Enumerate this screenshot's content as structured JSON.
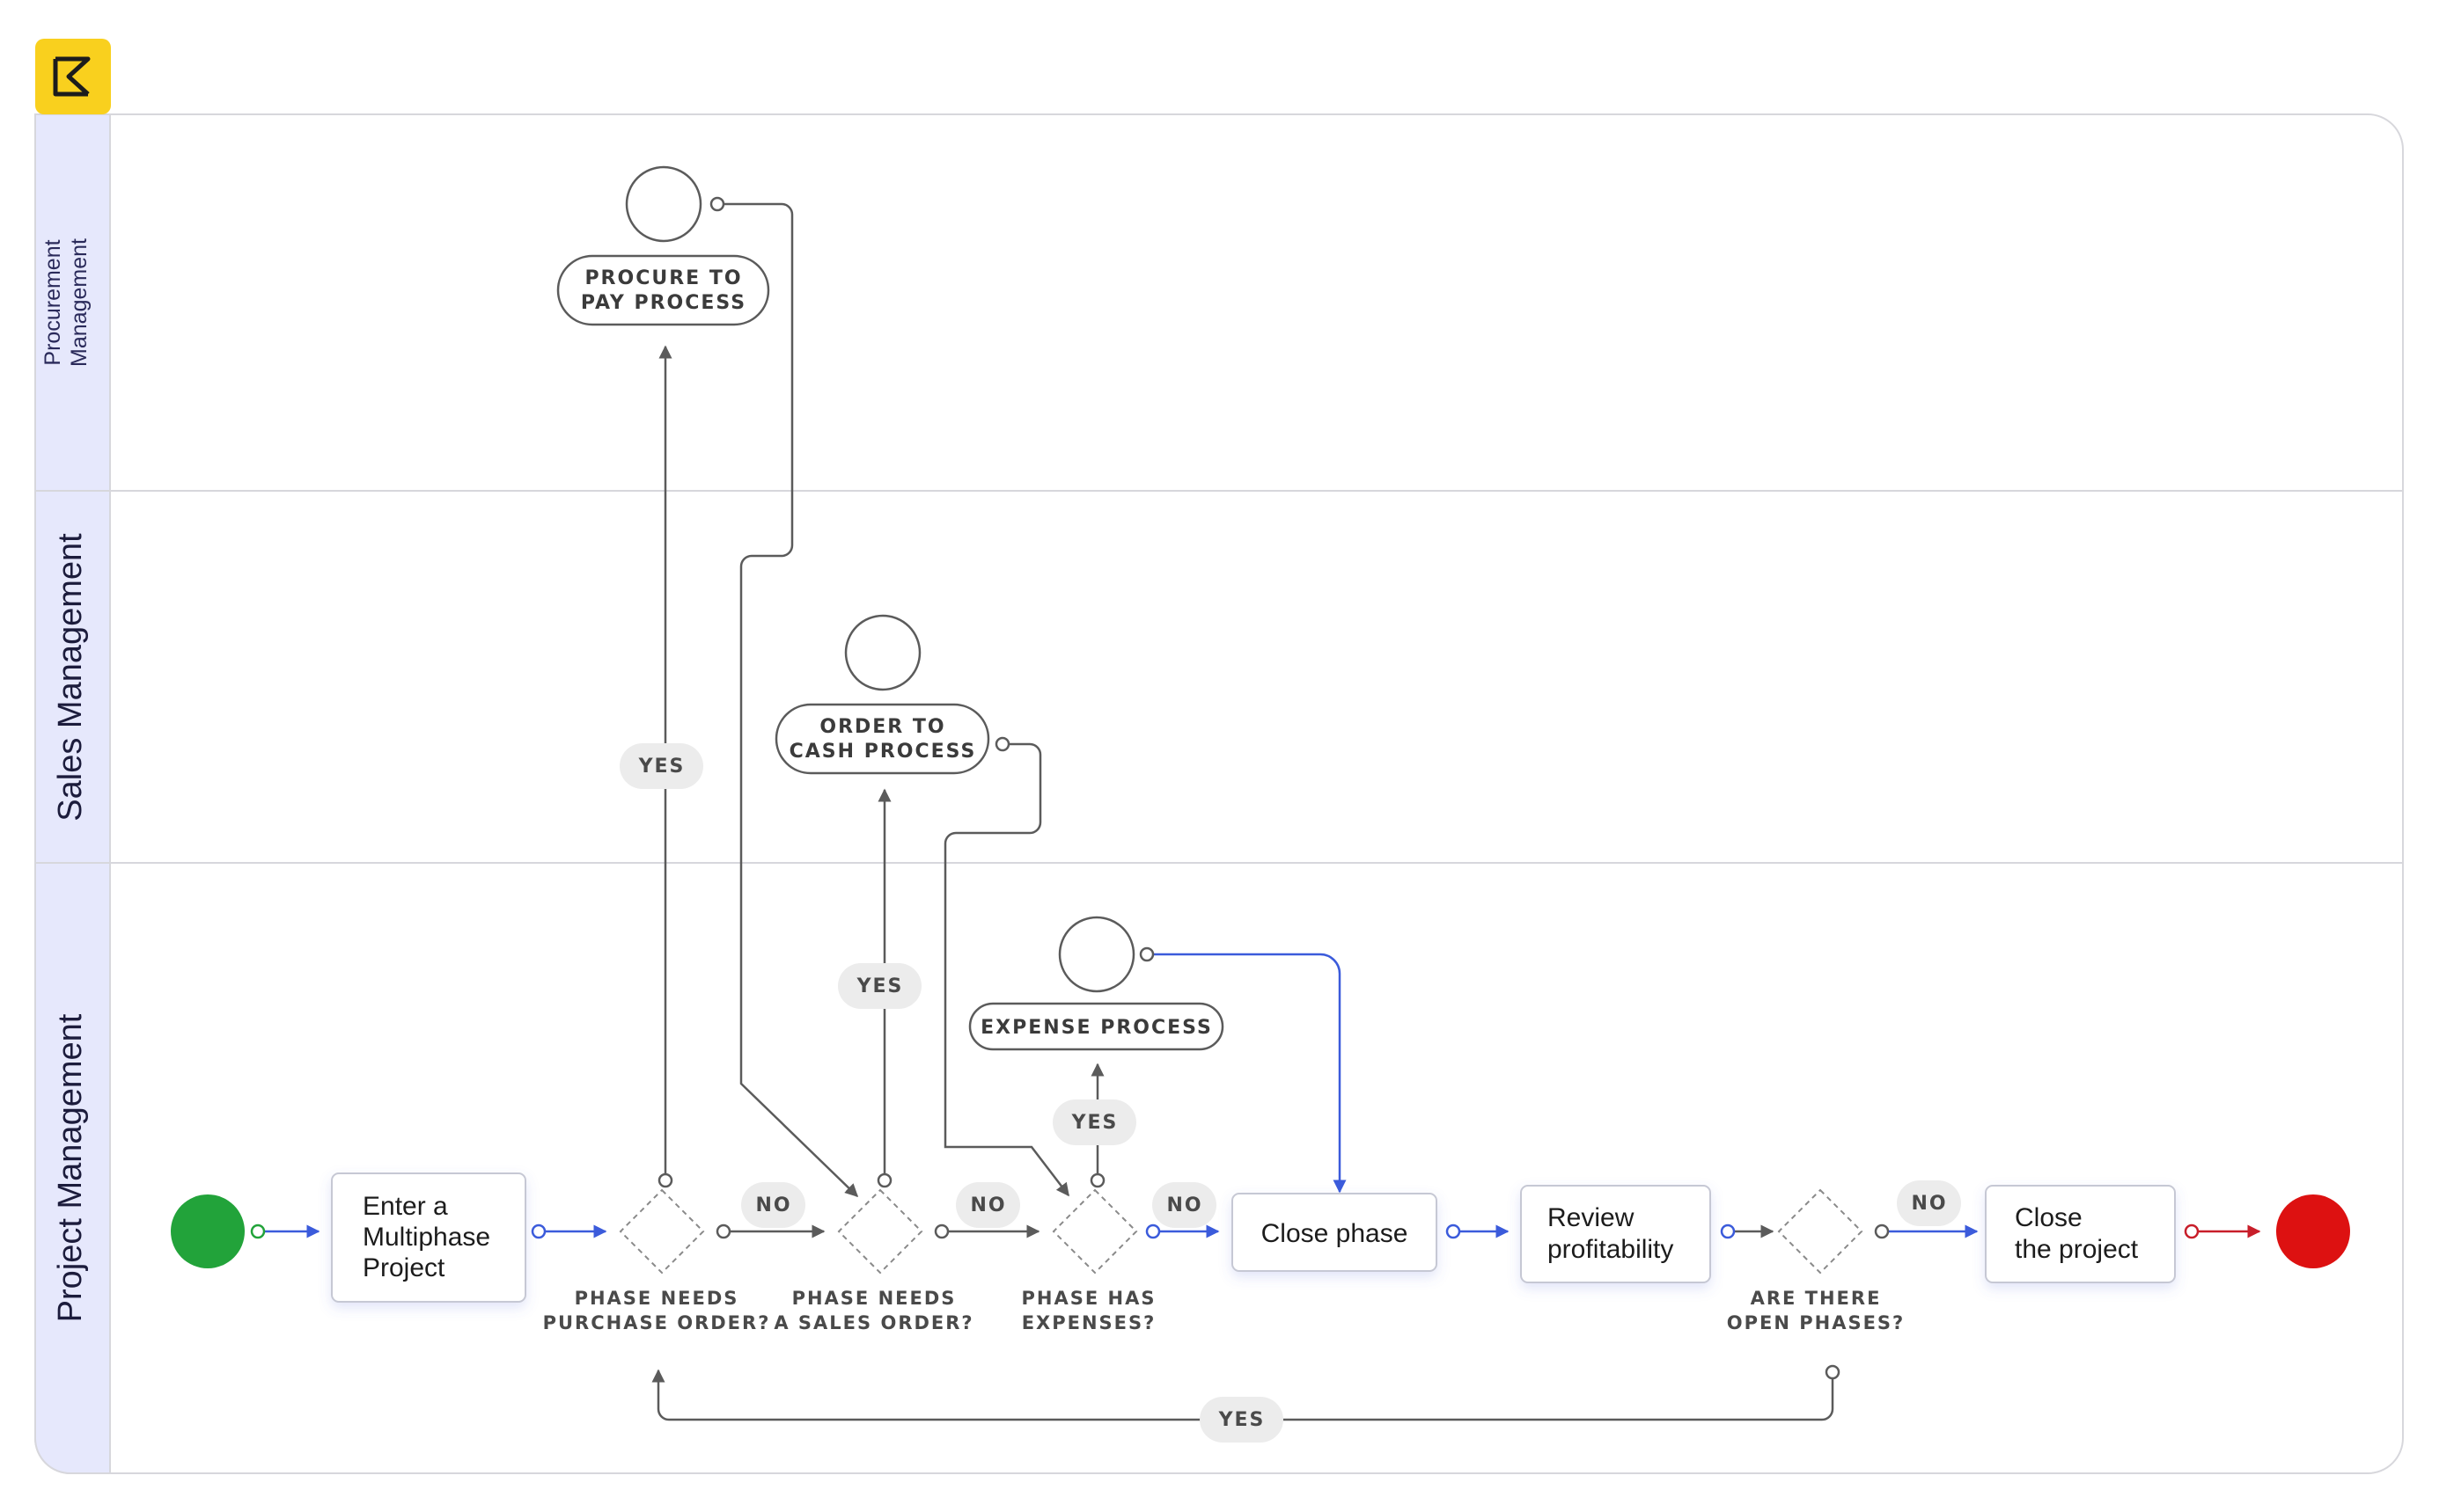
{
  "lanes": [
    {
      "label_lines": [
        "Procurement",
        "Management"
      ]
    },
    {
      "label_lines": [
        "Sales Management"
      ]
    },
    {
      "label_lines": [
        "Project Management"
      ]
    }
  ],
  "colors": {
    "accent": "#3b5bdb",
    "start_event": "#22a33a",
    "end_event": "#dd1111",
    "logo_bg": "#f9d01e",
    "lane_header": "#e6e8fc",
    "end_arrow": "#c81e2a"
  },
  "icons": {
    "logo": "brand-logo-icon"
  },
  "tasks": {
    "enter_project": [
      "Enter a",
      "Multiphase",
      "Project"
    ],
    "close_phase": [
      "Close phase"
    ],
    "review_profitability": [
      "Review",
      "profitability"
    ],
    "close_project": [
      "Close",
      "the project"
    ]
  },
  "subprocesses": {
    "procure_to_pay": [
      "PROCURE TO",
      "PAY PROCESS"
    ],
    "order_to_cash": [
      "ORDER TO",
      "CASH PROCESS"
    ],
    "expense": [
      "EXPENSE PROCESS"
    ]
  },
  "gateways": {
    "purchase_order": [
      "PHASE NEEDS",
      "PURCHASE ORDER?"
    ],
    "sales_order": [
      "PHASE NEEDS",
      "A SALES ORDER?"
    ],
    "expenses": [
      "PHASE HAS",
      "EXPENSES?"
    ],
    "open_phases": [
      "ARE THERE",
      "OPEN PHASES?"
    ]
  },
  "edge_labels": {
    "yes": "YES",
    "no": "NO"
  }
}
